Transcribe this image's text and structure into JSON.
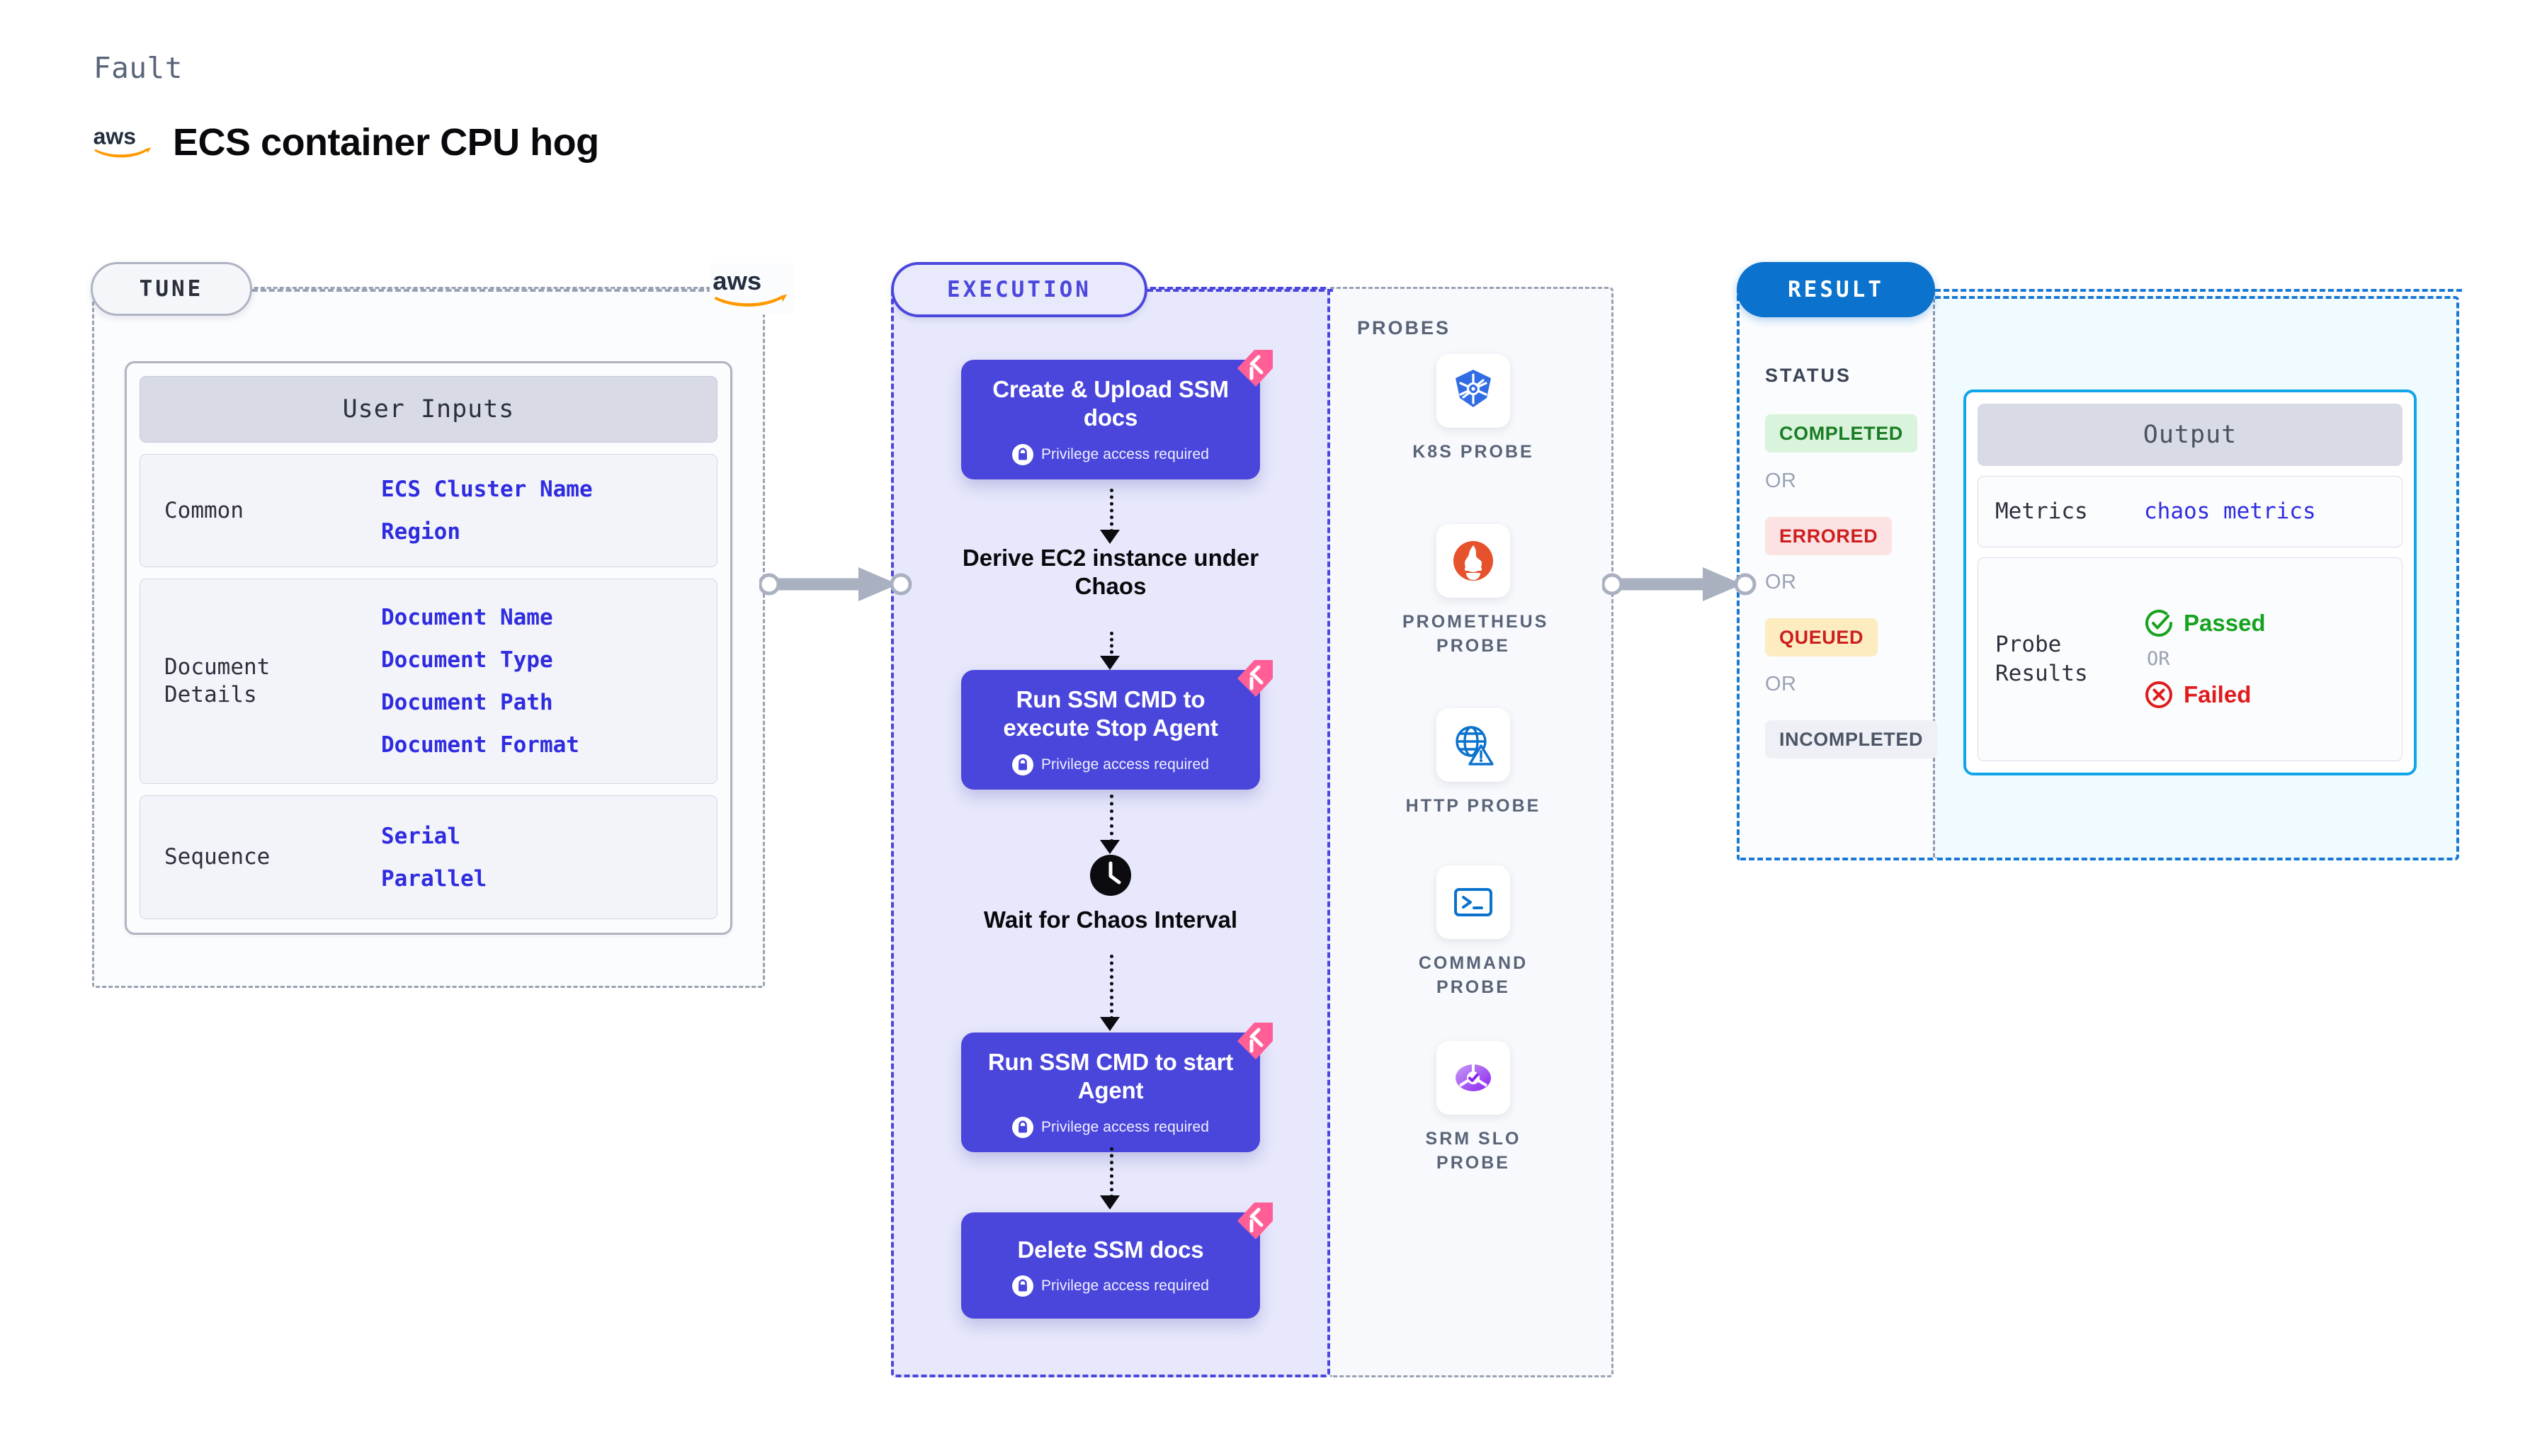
{
  "header": {
    "eyebrow": "Fault",
    "title": "ECS container CPU hog",
    "logo_icon": "aws-logo"
  },
  "tune": {
    "pill_label": "TUNE",
    "provider_logo_icon": "aws-logo",
    "card": {
      "heading": "User Inputs",
      "sections": [
        {
          "label": "Common",
          "values": [
            "ECS Cluster Name",
            "Region"
          ]
        },
        {
          "label": "Document\nDetails",
          "values": [
            "Document Name",
            "Document Type",
            "Document Path",
            "Document Format"
          ]
        },
        {
          "label": "Sequence",
          "values": [
            "Serial",
            "Parallel"
          ]
        }
      ]
    }
  },
  "execution": {
    "pill_label": "EXECUTION",
    "privilege_note": "Privilege access required",
    "steps": [
      {
        "kind": "node",
        "title": "Create & Upload SSM docs",
        "privileged": true,
        "ribbon_icon": "litmus-chaos-icon"
      },
      {
        "kind": "plain",
        "title": "Derive EC2 instance under Chaos",
        "icon": ""
      },
      {
        "kind": "node",
        "title": "Run SSM CMD to execute Stop Agent",
        "privileged": true,
        "ribbon_icon": "litmus-chaos-icon"
      },
      {
        "kind": "plain",
        "title": "Wait for Chaos Interval",
        "icon": "clock-icon"
      },
      {
        "kind": "node",
        "title": "Run SSM CMD to start Agent",
        "privileged": true,
        "ribbon_icon": "litmus-chaos-icon"
      },
      {
        "kind": "node",
        "title": "Delete SSM docs",
        "privileged": true,
        "ribbon_icon": "litmus-chaos-icon"
      }
    ]
  },
  "probes": {
    "title": "PROBES",
    "items": [
      {
        "label": "K8S PROBE",
        "icon": "kubernetes-icon"
      },
      {
        "label": "PROMETHEUS PROBE",
        "icon": "prometheus-icon"
      },
      {
        "label": "HTTP PROBE",
        "icon": "http-globe-icon"
      },
      {
        "label": "COMMAND PROBE",
        "icon": "terminal-icon"
      },
      {
        "label": "SRM SLO PROBE",
        "icon": "srm-slo-icon"
      }
    ]
  },
  "result": {
    "pill_label": "RESULT",
    "status_label": "STATUS",
    "or_label": "OR",
    "statuses": [
      {
        "label": "COMPLETED",
        "color": "#1a7d23",
        "bg": "#d9f3dc"
      },
      {
        "label": "ERRORED",
        "color": "#cc1f1f",
        "bg": "#fce2e2"
      },
      {
        "label": "QUEUED",
        "color": "#cc1f1f",
        "bg": "#fdecc0"
      },
      {
        "label": "INCOMPLETED",
        "color": "#4c5566",
        "bg": "#eef0f5"
      }
    ]
  },
  "output": {
    "heading": "Output",
    "metrics_label": "Metrics",
    "metrics_value": "chaos metrics",
    "probe_results_label": "Probe Results",
    "passed_label": "Passed",
    "failed_label": "Failed",
    "or_label": "OR",
    "passed_icon": "check-circle-icon",
    "failed_icon": "x-circle-icon"
  },
  "colors": {
    "node_purple": "#4a46dc",
    "exec_panel_bg": "#e7e8fb",
    "result_blue": "#0b72cd",
    "output_border": "#12a5e8",
    "ribbon_pink": "#ff5f96",
    "value_blue": "#2f2ce0"
  }
}
